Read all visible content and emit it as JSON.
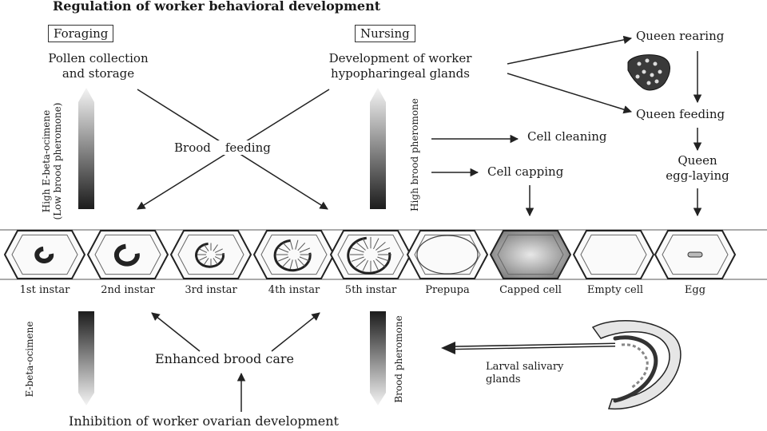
{
  "title": "Regulation of worker behavioral development",
  "foraging_label": "Foraging",
  "nursing_label": "Nursing",
  "pollen_line1": "Pollen collection",
  "pollen_line2": "and storage",
  "hypo_line1": "Development of worker",
  "hypo_line2": "hypopharingeal glands",
  "queen_rearing": "Queen rearing",
  "queen_feeding": "Queen feeding",
  "queen_egg_line1": "Queen",
  "queen_egg_line2": "egg-laying",
  "cell_cleaning": "Cell cleaning",
  "cell_capping": "Cell capping",
  "brood_feeding_a": "Brood",
  "brood_feeding_b": "feeding",
  "left_vert_line1": "High E-beta-ocimene",
  "left_vert_line2": "(Low brood pheromone)",
  "mid_vert": "High brood pheromone",
  "lower_left_vert": "E-beta-ocimene",
  "lower_mid_vert": "Brood pheromone",
  "stages": [
    "1st instar",
    "2nd instar",
    "3rd instar",
    "4th instar",
    "5th instar",
    "Prepupa",
    "Capped cell",
    "Empty cell",
    "Egg"
  ],
  "enhanced_brood_care": "Enhanced brood care",
  "inhibition": "Inhibition of worker ovarian development",
  "salivary_line1": "Larval salivary",
  "salivary_line2": "glands"
}
